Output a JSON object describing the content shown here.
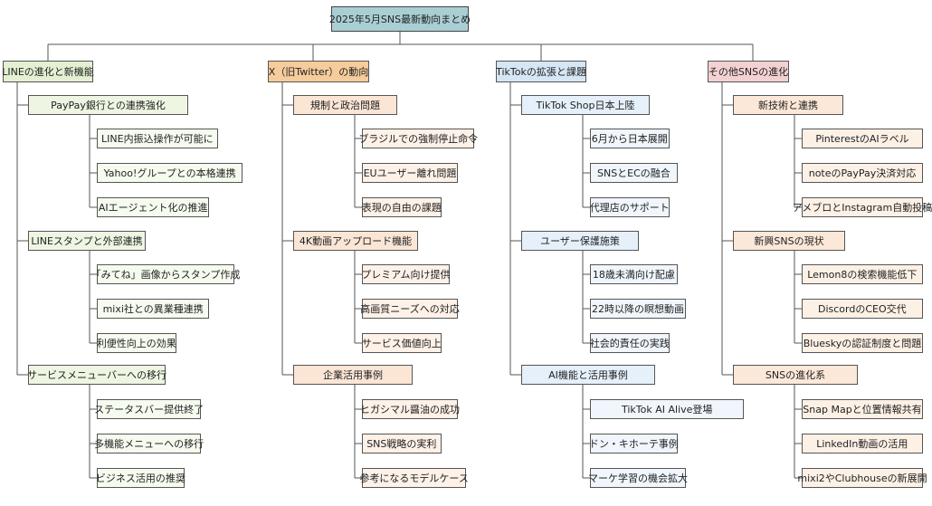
{
  "title": "2025年5月SNS最新動向まとめ",
  "colors": {
    "root": "#a9cfd4",
    "line": "#555555",
    "groups": [
      {
        "cat": "#e3f0d2",
        "sub": "#eef6e3",
        "leaf": "#f6fbef"
      },
      {
        "cat": "#f6cc9c",
        "sub": "#fbe6d6",
        "leaf": "#fdf1e8"
      },
      {
        "cat": "#d6e6f5",
        "sub": "#e6f0fa",
        "leaf": "#f0f6fc"
      },
      {
        "cat": "#f3d1d3",
        "sub": "#fce8d8",
        "leaf": "#fdf1e6"
      }
    ]
  },
  "categories": [
    {
      "label": "LINEの進化と新機能",
      "subs": [
        {
          "label": "PayPay銀行との連携強化",
          "leaves": [
            "LINE内振込操作が可能に",
            "Yahoo!グループとの本格連携",
            "AIエージェント化の推進"
          ]
        },
        {
          "label": "LINEスタンプと外部連携",
          "leaves": [
            "「みてね」画像からスタンプ作成",
            "mixi社との異業種連携",
            "利便性向上の効果"
          ]
        },
        {
          "label": "サービスメニューバーへの移行",
          "leaves": [
            "ステータスバー提供終了",
            "多機能メニューへの移行",
            "ビジネス活用の推奨"
          ]
        }
      ]
    },
    {
      "label": "X（旧Twitter）の動向",
      "subs": [
        {
          "label": "規制と政治問題",
          "leaves": [
            "ブラジルでの強制停止命令",
            "EUユーザー離れ問題",
            "表現の自由の課題"
          ]
        },
        {
          "label": "4K動画アップロード機能",
          "leaves": [
            "プレミアム向け提供",
            "高画質ニーズへの対応",
            "サービス価値向上"
          ]
        },
        {
          "label": "企業活用事例",
          "leaves": [
            "ヒガシマル醤油の成功",
            "SNS戦略の実利",
            "参考になるモデルケース"
          ]
        }
      ]
    },
    {
      "label": "TikTokの拡張と課題",
      "subs": [
        {
          "label": "TikTok Shop日本上陸",
          "leaves": [
            "6月から日本展開",
            "SNSとECの融合",
            "代理店のサポート"
          ]
        },
        {
          "label": "ユーザー保護施策",
          "leaves": [
            "18歳未満向け配慮",
            "22時以降の瞑想動画",
            "社会的責任の実践"
          ]
        },
        {
          "label": "AI機能と活用事例",
          "leaves": [
            "TikTok AI Alive登場",
            "ドン・キホーテ事例",
            "マーケ学習の機会拡大"
          ]
        }
      ]
    },
    {
      "label": "その他SNSの進化",
      "subs": [
        {
          "label": "新技術と連携",
          "leaves": [
            "PinterestのAIラベル",
            "noteのPayPay決済対応",
            "アメブロとInstagram自動投稿"
          ]
        },
        {
          "label": "新興SNSの現状",
          "leaves": [
            "Lemon8の検索機能低下",
            "DiscordのCEO交代",
            "Blueskyの認証制度と問題"
          ]
        },
        {
          "label": "SNSの進化系",
          "leaves": [
            "Snap Mapと位置情報共有",
            "LinkedIn動画の活用",
            "mixi2やClubhouseの新展開"
          ]
        }
      ]
    }
  ]
}
